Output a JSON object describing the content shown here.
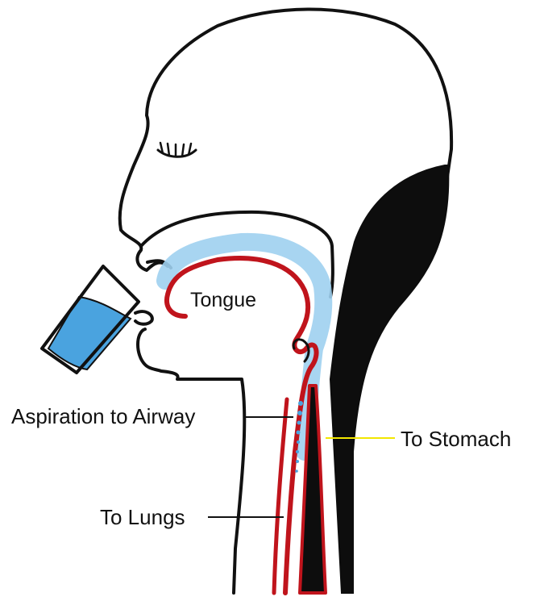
{
  "labels": {
    "tongue": "Tongue",
    "aspiration": "Aspiration to Airway",
    "stomach": "To Stomach",
    "lungs": "To Lungs"
  },
  "colors": {
    "outline": "#111111",
    "airway_red": "#c0141c",
    "liquid_blue": "#4aa3df",
    "liquid_light": "#9fd0ef",
    "stomach_pointer": "#f2e600",
    "background": "#ffffff"
  }
}
